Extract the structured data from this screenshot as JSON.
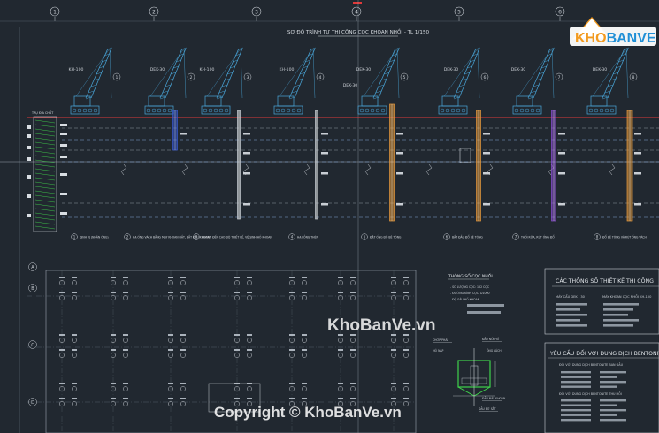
{
  "colors": {
    "background": "#212830",
    "line": "#c9ced4",
    "crane": "#4aa8dc",
    "pile_orange": "#e89a3c",
    "pile_purple": "#8a4fd0",
    "pile_blue": "#3a5ad0",
    "green": "#3fd24a",
    "red": "#e03a3a",
    "logo_orange": "#f29a1f",
    "logo_blue": "#1f8fd6"
  },
  "grid": {
    "axis_numbers": [
      "1",
      "2",
      "3",
      "4",
      "5",
      "6"
    ],
    "axis_letters": [
      "A",
      "B",
      "C",
      "D"
    ]
  },
  "drawing": {
    "title": "SƠ ĐỒ TRÌNH TỰ THI CÔNG CỌC KHOAN NHỒI - TL 1/150",
    "step_numbers": [
      "1",
      "2",
      "3",
      "4",
      "5",
      "6",
      "7",
      "8"
    ],
    "machine_labels": [
      "KH-100",
      "DEK-30",
      "KH-100",
      "KH-100",
      "DEK-30",
      "DEK-30",
      "DEK-30",
      "DEK-30",
      "DEK-30"
    ],
    "steps": [
      {
        "num": "1",
        "text": "ĐỊNH VỊ (NHÂN ỐNG)"
      },
      {
        "num": "2",
        "text": "HẠ ỐNG VÁCH BẰNG MÁY KHOAN ĐẤT, BẮT ĐẦU KHOAN"
      },
      {
        "num": "3",
        "text": "KHOAN ĐẾN CAO ĐỘ THIẾT KẾ, VỆ SINH HỐ KHOAN"
      },
      {
        "num": "4",
        "text": "HẠ LỒNG THÉP"
      },
      {
        "num": "5",
        "text": "ĐẶT ỐNG ĐỔ BÊ TÔNG"
      },
      {
        "num": "6",
        "text": "BẮT ĐẦU ĐỔ BÊ TÔNG"
      },
      {
        "num": "7",
        "text": "THỐI RỬA, RÚT ỐNG ĐỔ"
      },
      {
        "num": "8",
        "text": "ĐỔ BÊ TÔNG VÀ RÚT ỐNG VÁCH"
      }
    ],
    "soil_label": "TRỤ ĐỊA CHẤT"
  },
  "notes": {
    "pile_params_title": "THÔNG SỐ CỌC NHỒI",
    "pile_params": [
      "- SỐ LƯỢNG CỌC: 152 CỌC",
      "- ĐƯỜNG KÍNH CỌC: D1000",
      "- ĐỘ SÂU HỐ KHOAN"
    ],
    "design_title": "CÁC THÔNG SỐ THIẾT KẾ THI CÔNG",
    "design_cols": [
      "MÁY CẨU DEK - 30",
      "MÁY KHOAN CỌC NHỒI KH-100"
    ],
    "bentonite_title": "YÊU CẦU ĐỐI VỚI DUNG DỊCH BENTONITE",
    "bentonite_lines": [
      "ĐỐI VỚI DUNG DỊCH BENTONITE BAN ĐẦU",
      "ĐỐI VỚI DUNG DỊCH BENTONITE THU HỒI"
    ]
  },
  "detail": {
    "labels": [
      "CHỜP PHẢI",
      "MÔ NÁP",
      "ĐẦU NỐI HỐ",
      "ỐNG VÁCH",
      "ĐẦU MÁY KHOAN",
      "ĐẦU BƠ SẮT"
    ]
  },
  "watermark": {
    "logo_text": "KHOBANVE",
    "site": "KhoBanVe.vn",
    "copyright": "Copyright © KhoBanVe.vn"
  }
}
